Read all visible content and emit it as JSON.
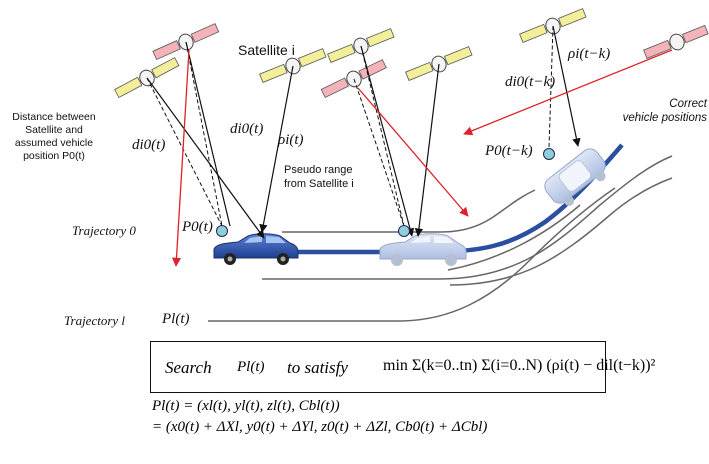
{
  "labels": {
    "satellite_i": "Satellite i",
    "distance_note": "Distance between\nSatellite and\nassumed vehicle\nposition P0(t)",
    "pseudo_range_note": "Pseudo range\nfrom Satellite i",
    "correct_positions": "Correct\nvehicle positions",
    "trajectory_0": "Trajectory 0",
    "trajectory_l": "Trajectory l",
    "d_i0_t_left": "di0(t)",
    "d_i0_t_mid": "di0(t)",
    "rho_i_t": "ρi(t)",
    "rho_i_t_minus_k": "ρi(t−k)",
    "d_i0_t_minus_k": "di0(t−k)",
    "p0_t": "P0(t)",
    "p0_t_minus_k": "P0(t−k)",
    "pl_t": "Pl(t)"
  },
  "equation": {
    "search": "Search",
    "pl": "Pl(t)",
    "to_satisfy": "to satisfy",
    "objective": "min Σ(k=0..tn) Σ(i=0..N) (ρi(t) − dil(t−k))²",
    "line1": "Pl(t) = (xl(t), yl(t), zl(t), Cbl(t))",
    "line2": "= (x0(t) + ΔXl, y0(t) + ΔYl, z0(t) + ΔZl, Cb0(t) + ΔCbl)"
  },
  "colors": {
    "panel_green": "#f2ee9a",
    "panel_red": "#f3b3b8",
    "position_marker": "#8fd0d8",
    "trajectory_blue": "#2a4fa0",
    "arrow_red": "#e0202a",
    "car_blue": "#2d56b8"
  }
}
